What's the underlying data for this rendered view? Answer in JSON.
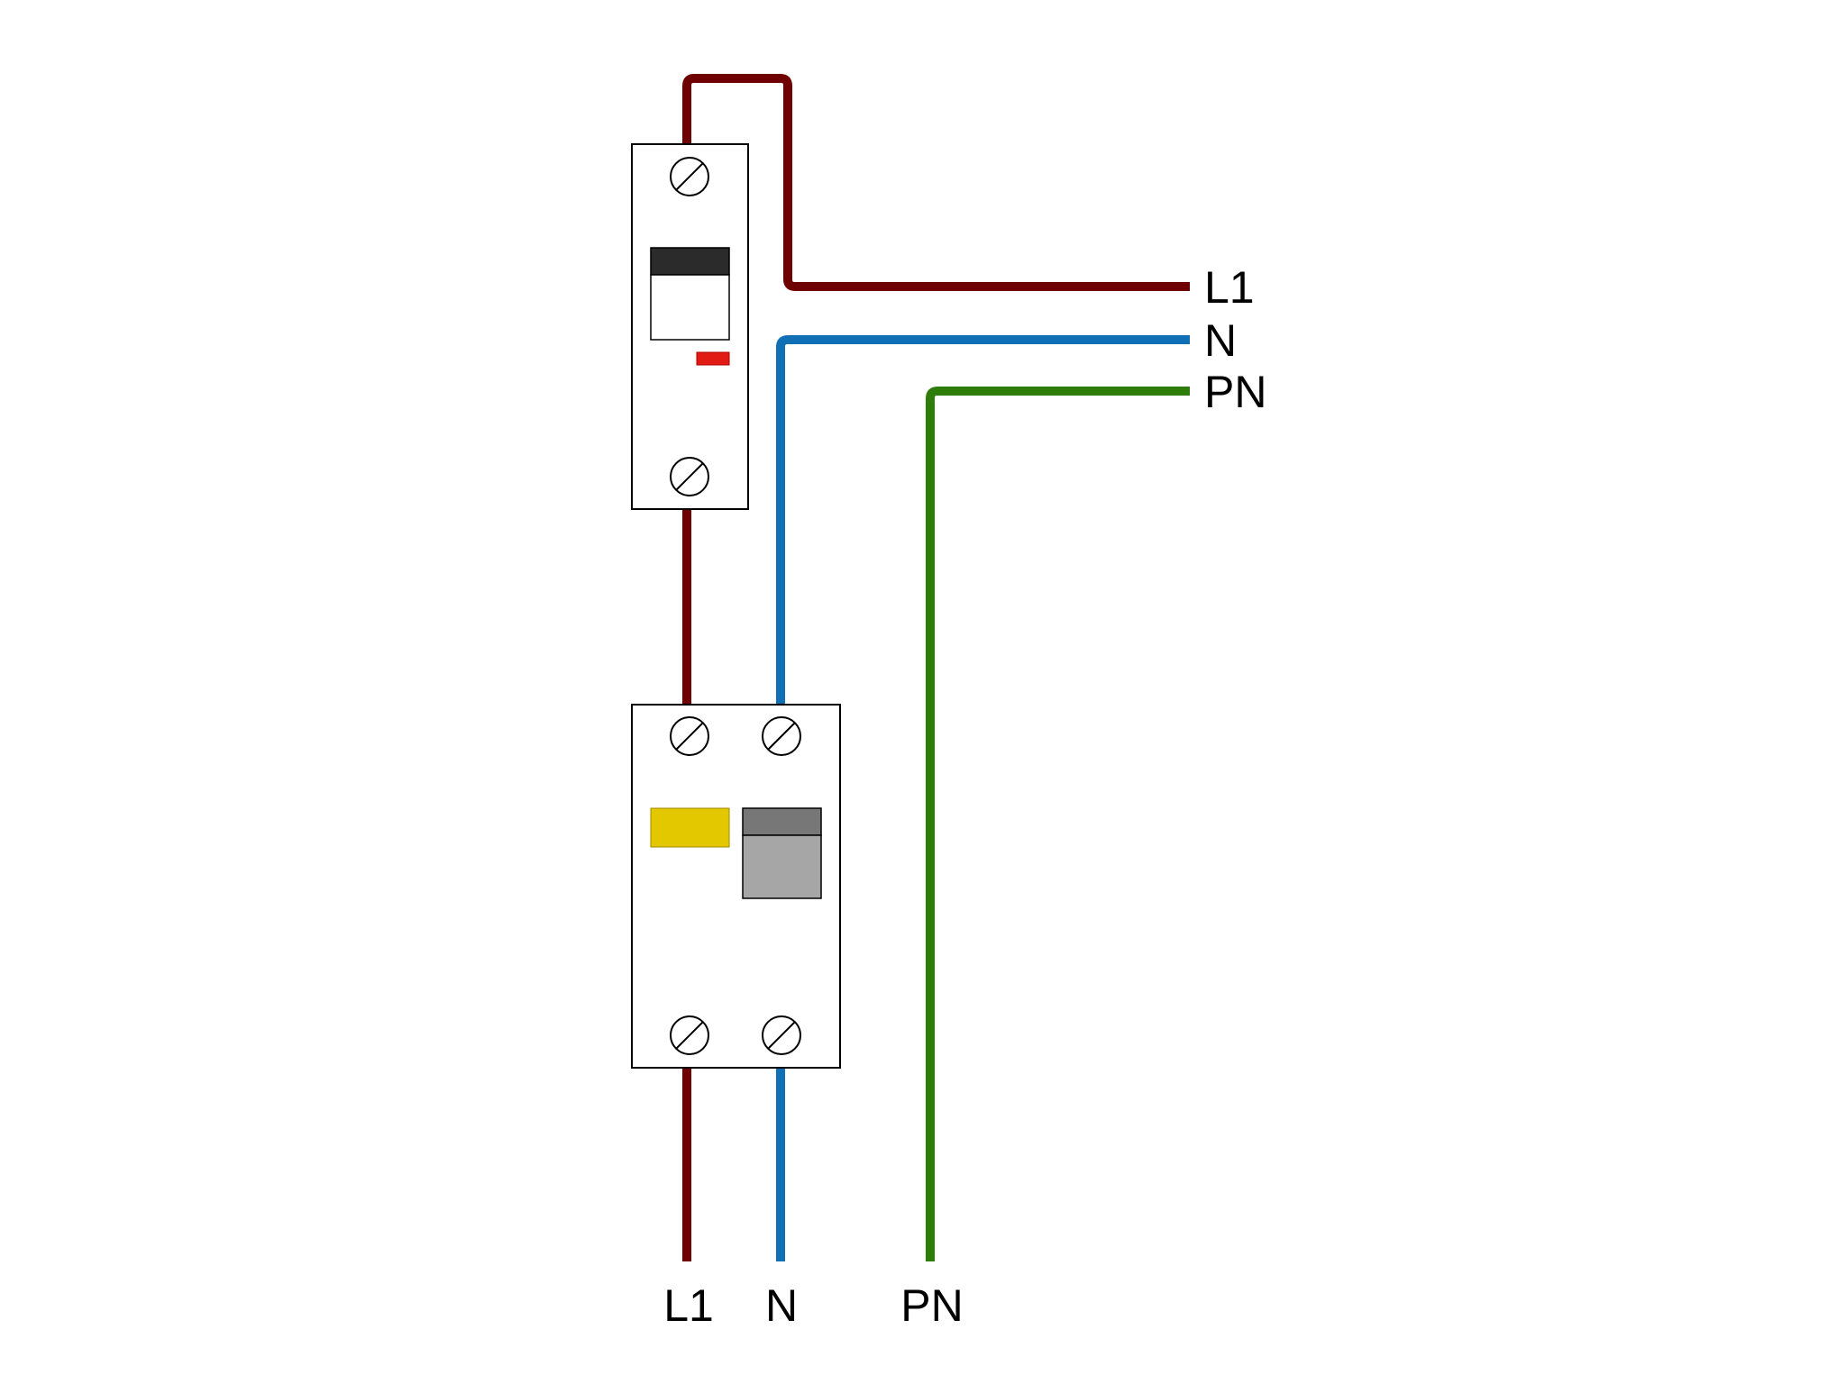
{
  "colors": {
    "l1": "#6e0000",
    "n": "#1170b5",
    "pn": "#2e7d0b",
    "mcb_lever_top": "#2b2b2b",
    "mcb_indicator": "#e11b14",
    "rcd_test_button": "#e3c800",
    "rcd_lever_top": "#777777",
    "rcd_lever_body": "#a6a6a6"
  },
  "labels": {
    "right": {
      "l1": "L1",
      "n": "N",
      "pn": "PN"
    },
    "bottom": {
      "l1": "L1",
      "n": "N",
      "pn": "PN"
    }
  },
  "icons": {
    "screw": "screw-terminal-icon"
  }
}
